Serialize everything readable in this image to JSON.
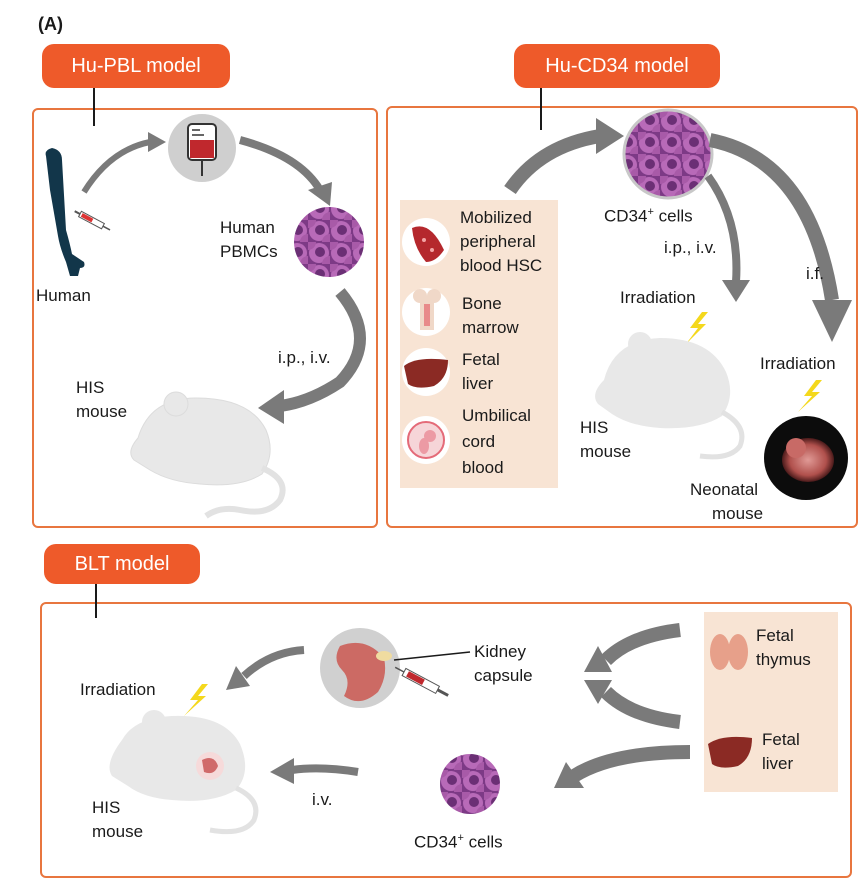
{
  "panel_letter": "(A)",
  "hupbl": {
    "title": "Hu-PBL model",
    "human": "Human",
    "pbmc_1": "Human",
    "pbmc_2": "PBMCs",
    "route": "i.p., i.v.",
    "mouse_1": "HIS",
    "mouse_2": "mouse"
  },
  "hucd34": {
    "title": "Hu-CD34 model",
    "cells": "CD34",
    "cells_sup": "+",
    "cells_suffix": " cells",
    "route_adult": "i.p., i.v.",
    "route_neonatal": "i.f.",
    "irradiation_adult": "Irradiation",
    "irradiation_neonatal": "Irradiation",
    "mouse_1": "HIS",
    "mouse_2": "mouse",
    "neonatal_1": "Neonatal",
    "neonatal_2": "mouse",
    "sources": [
      {
        "l1": "Mobilized",
        "l2": "peripheral",
        "l3": "blood HSC"
      },
      {
        "l1": "Bone",
        "l2": "marrow"
      },
      {
        "l1": "Fetal",
        "l2": "liver"
      },
      {
        "l1": "Umbilical",
        "l2": "cord",
        "l3": "blood"
      }
    ]
  },
  "blt": {
    "title": "BLT model",
    "kidney_1": "Kidney",
    "kidney_2": "capsule",
    "irradiation": "Irradiation",
    "mouse_1": "HIS",
    "mouse_2": "mouse",
    "route": "i.v.",
    "cells": "CD34",
    "cells_sup": "+",
    "cells_suffix": " cells",
    "thymus_1": "Fetal",
    "thymus_2": "thymus",
    "liver_1": "Fetal",
    "liver_2": "liver"
  },
  "colors": {
    "accent": "#ee5a2a",
    "border": "#e8763f",
    "arrow": "#7a7a7a",
    "source_bg": "#f8e4d4",
    "mouse": "#e6e6e6",
    "cell": "#9b4f9e",
    "lightning": "#f4d81c"
  }
}
